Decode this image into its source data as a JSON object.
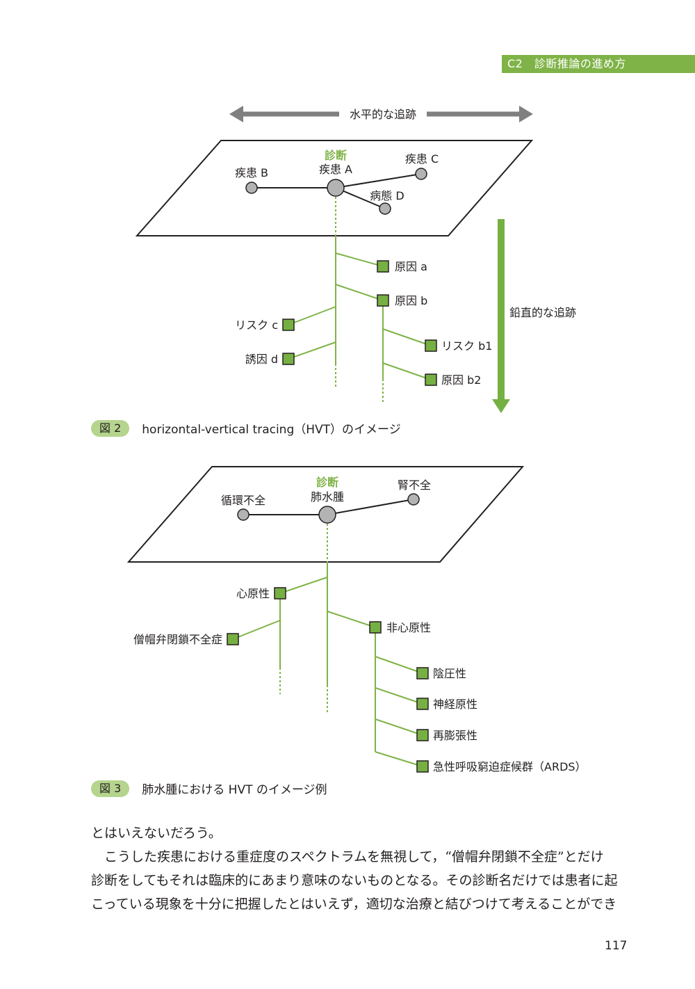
{
  "header": {
    "section": "C2　診断推論の進め方"
  },
  "figure2": {
    "horizontal_label": "水平的な追跡",
    "vertical_label": "鉛直的な追跡",
    "diagnosis_label": "診断",
    "nodes": {
      "main": "疾患 A",
      "left": "疾患 B",
      "upper_right": "疾患 C",
      "lower_right": "病態 D"
    },
    "causes": {
      "a": "原因 a",
      "b": "原因 b",
      "c": "リスク c",
      "d": "誘因 d",
      "b1": "リスク b1",
      "b2": "原因 b2"
    },
    "caption_badge": "図 2",
    "caption_text": "horizontal-vertical tracing（HVT）のイメージ"
  },
  "figure3": {
    "diagnosis_label": "診断",
    "nodes": {
      "main": "肺水腫",
      "left": "循環不全",
      "right": "腎不全"
    },
    "branches": {
      "cardiac": "心原性",
      "mitral": "僧帽弁閉鎖不全症",
      "noncardiac": "非心原性",
      "negative_pressure": "陰圧性",
      "neurogenic": "神経原性",
      "reexpansion": "再膨張性",
      "ards": "急性呼吸窮迫症候群（ARDS）"
    },
    "caption_badge": "図 3",
    "caption_text": "肺水腫における HVT のイメージ例"
  },
  "body": {
    "line1": "とはいえないだろう。",
    "line2": "こうした疾患における重症度のスペクトラムを無視して，“僧帽弁閉鎖不全症”とだけ",
    "line3": "診断をしてもそれは臨床的にあまり意味のないものとなる。その診断名だけでは患者に起",
    "line4": "こっている現象を十分に把握したとはいえず，適切な治療と結びつけて考えることができ"
  },
  "page_number": "117",
  "colors": {
    "accent_green": "#7fb347",
    "badge_green": "#b5d48d",
    "node_gray": "#b3b3b3",
    "box_green": "#76b043",
    "arrow_gray": "#808080"
  }
}
